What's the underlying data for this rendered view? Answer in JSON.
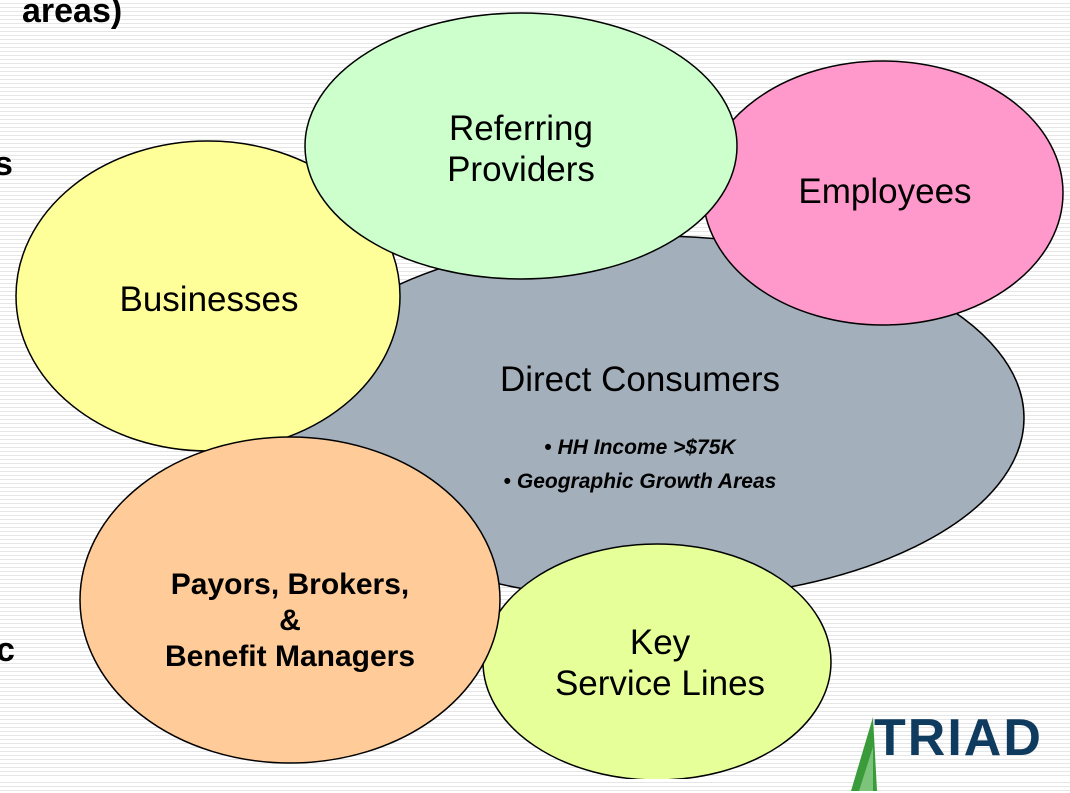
{
  "background_fragments": {
    "top": "areas)",
    "left_upper": "s",
    "left_lower": "c"
  },
  "bubbles": {
    "referring_providers": {
      "line1": "Referring",
      "line2": "Providers",
      "color": "#ccffcc"
    },
    "employees": {
      "label": "Employees",
      "color": "#ff99cc"
    },
    "businesses": {
      "label": "Businesses",
      "color": "#ffff99"
    },
    "direct_consumers": {
      "title": "Direct Consumers",
      "bullets": [
        "HH Income >$75K",
        "Geographic Growth Areas"
      ],
      "color": "#a3afbb"
    },
    "payors": {
      "line1": "Payors, Brokers,",
      "line2": "&",
      "line3": "Benefit Managers",
      "color": "#ffcc99"
    },
    "key_service_lines": {
      "line1": "Key",
      "line2": "Service Lines",
      "color": "#e6ff99"
    }
  },
  "logo": {
    "text": "TRIAD",
    "color": "#0f3b5f",
    "accent": "#3a9b3a"
  }
}
